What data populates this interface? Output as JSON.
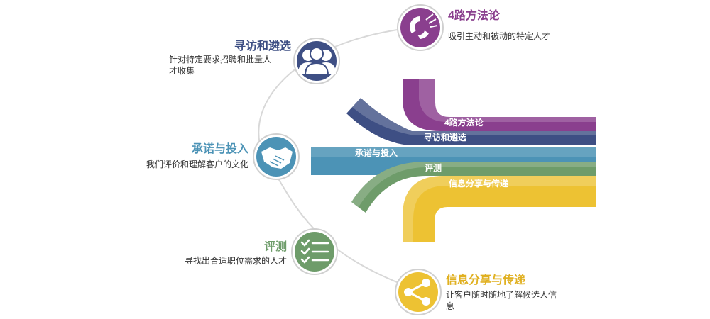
{
  "colors": {
    "purple": "#8a3f8e",
    "navy": "#3e4f84",
    "blue": "#4c93b6",
    "green": "#6e9c6a",
    "yellow": "#edc233",
    "ring": "#d8d8d8"
  },
  "nodes": [
    {
      "key": "four_ways",
      "title": "4路方法论",
      "desc": "吸引主动和被动的特定人才",
      "icon": "magnet-icon",
      "color": "#8a3f8e"
    },
    {
      "key": "search",
      "title": "寻访和遴选",
      "desc_lines": [
        "针对特定要求招聘和批量人",
        "才收集"
      ],
      "icon": "people-icon",
      "color": "#3e4f84"
    },
    {
      "key": "commit",
      "title": "承诺与投入",
      "desc": "我们评价和理解客户的文化",
      "icon": "handshake-icon",
      "color": "#4c93b6"
    },
    {
      "key": "assess",
      "title": "评测",
      "desc": "寻找出合适职位需求的人才",
      "icon": "checklist-icon",
      "color": "#6e9c6a"
    },
    {
      "key": "share",
      "title": "信息分享与传递",
      "desc_lines": [
        "让客户随时随地了解候选人信",
        "息"
      ],
      "icon": "share-icon",
      "color": "#edc233"
    }
  ],
  "bands": [
    {
      "label": "4路方法论",
      "color": "#8a3f8e"
    },
    {
      "label": "寻访和遴选",
      "color": "#3e4f84"
    },
    {
      "label": "承诺与投入",
      "color": "#4c93b6"
    },
    {
      "label": "评测",
      "color": "#6e9c6a"
    },
    {
      "label": "信息分享与传递",
      "color": "#edc233"
    }
  ]
}
